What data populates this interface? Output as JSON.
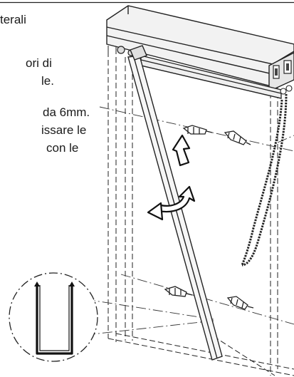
{
  "instructions": {
    "lines": [
      "terali",
      "ori di",
      "le.",
      "da 6mm.",
      "issare le",
      "con le"
    ]
  },
  "icons": {
    "chain": "bead-chain-icon",
    "rotate": "rotate-arrow-icon",
    "up": "up-arrow-icon",
    "plug": "wall-plug-icon",
    "bracket": "u-bracket-detail-icon"
  }
}
